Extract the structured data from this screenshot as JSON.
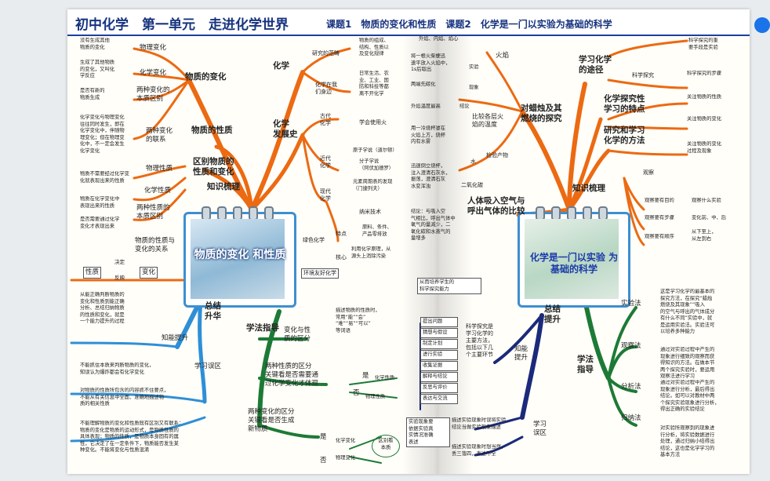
{
  "header": {
    "title": "初中化学　第一单元　走进化学世界",
    "subtitle": "课题1　物质的变化和性质　课题2　化学是一门以实验为基础的科学"
  },
  "left": {
    "card": "物质的变化\n和性质",
    "r0": "知识梳理",
    "r1": "物质的变化",
    "r2": "物质的性质",
    "r3": "区别物质的\n性质和变化",
    "r4": "化学",
    "r5": "化学\n发展史",
    "r6": "总结\n升华",
    "r7": "学法指导",
    "o1": "物理变化",
    "o2": "化学变化",
    "o3": "两种变化的\n本质区别",
    "o4": "两种变化\n的联系",
    "o5": "物理性质",
    "o6": "化学性质",
    "o7": "两种性质的\n本质区别",
    "o8": "物质的性质与\n变化的关系",
    "t1": "没有生成其他\n物质的变化",
    "t2": "生成了其他物质\n的变化，又叫化\n学反应",
    "t3": "是否有新的\n物质生成",
    "t4": "化学变化与物理变化\n往往同时发生，即在\n化学变化中，伴随物\n理变化；但在物理变\n化中，不一定会发生\n化学变化",
    "t5": "物质不需要经过化学变\n化就表现出来的性质",
    "t6": "物质在化学变化中\n表现出来的性质",
    "t7": "是否需要通过化学\n变化才表现出来",
    "rel_a": "性质",
    "rel_b": "变化",
    "rel_c": "决定",
    "rel_d": "反映",
    "f1": "研究的范畴",
    "f2": "化学在我\n们身边",
    "f3": "物质的组成、\n结构、性质以\n及变化规律",
    "f4": "日常生活、农\n业、工业、国\n防和科技等都\n离不开化学",
    "f5": "古代\n化学",
    "f6": "学会使用火",
    "f7": "近代\n化学",
    "f8": "原子学说（道尔顿）",
    "f9": "分子学说\n（阿伏加德罗）",
    "f10": "元素周期表的发现\n（门捷列夫）",
    "f11": "现代\n化学",
    "f12": "纳米技术",
    "f13": "绿色化学",
    "f14": "特点",
    "f15": "原料、条件、\n产品零排放",
    "f16": "核心",
    "f17": "利用化学原理，从\n源头上消除污染",
    "f18": "环境友好化学",
    "b1": "知能提升",
    "b2": "学习误区",
    "b3": "从能正确判断物质的\n变化和性质到能正确\n分析、总结归纳物质\n的性质和变化，就是\n一个能力提升的过程",
    "b4": "不能抓住本质来判断物质的变化，\n知误认为爆炸都会有化学变化",
    "b5": "对物质的性质所包含的内容抓不住要点，\n不能从有关信息中全面、准确地描述物\n质的相关性质",
    "b6": "不能理解物质的变化和性质既有区别又有联系：\n物质的变化是物质的运动形式，是物质性质的\n具体表现；物质的性质，是物质本身固有的属\n性，它决定了在一定条件下，物质能否发生某\n种变化。不能将变化与性质混淆",
    "g1": "变化与性\n质的区分",
    "g2": "描述物质的性质时，\n常用“能”“会”\n“难”“易”“可以”\n等词语",
    "g3": "两种性质的区分\n关键看是否需要通\n过化学变化才体现",
    "g4": "是",
    "g5": "化学性质",
    "g6": "否",
    "g7": "物理性质",
    "g8": "两种变化的区分\n关键看是否生成\n新物质",
    "g9": "是",
    "g10": "否",
    "g11": "化学变化",
    "g12": "物理变化",
    "g13": "区别看\n本质"
  },
  "right": {
    "card": "化学是一门以实验\n为基础的科学",
    "r0": "知识梳理",
    "r1": "学习化学\n的途径",
    "r2": "化学探究性\n学习的特点",
    "r3": "研究和学习\n化学的方法",
    "r4": "对蜡烛及其\n燃烧的探究",
    "r5": "人体吸入空气与\n呼出气体的比较",
    "r6": "总结\n提升",
    "r7": "学法\n指导",
    "s1": "科学探究",
    "s2": "科学探究的重\n要手段是实验",
    "s3": "科学探究的步骤",
    "s4": "关注物质的性质",
    "s5": "关注物质的变化",
    "s6": "关注物质的变化\n过程及现象",
    "s7": "观察",
    "s8": "观察要有目的",
    "s9": "观察什么实验",
    "s10": "观察要有步骤",
    "s11": "变化前、中、后",
    "s12": "观察要有顺序",
    "s13": "从下至上，\n从左到右",
    "k1": "外焰、内焰、焰心",
    "k2": "火焰",
    "k3": "将一根火柴梗迅\n速平放入火焰中，\n1s后取出",
    "k4": "实验",
    "k5": "两端先碳化",
    "k6": "现象",
    "k7": "外焰温度最高",
    "k8": "结论",
    "k9": "比较各层火\n焰的温度",
    "k10": "用一冷烧杯罩在\n火焰上方，烧杯\n内有水雾",
    "k11": "水",
    "k12": "检验产物",
    "k13": "迅速倒立烧杯，\n注入澄清石灰水，\n振荡，澄清石灰\n水变浑浊",
    "k14": "二氧化碳",
    "k15": "结论：与吸入空\n气相比，呼出气体中\n氧气的量减少，二\n氧化碳和水蒸气的\n量增多",
    "p1": "从而培养学生的\n科学探究能力",
    "p2": "提出问题",
    "p3": "猜想与假设",
    "p4": "制定计划",
    "p5": "进行实验",
    "p6": "收集证据",
    "p7": "解释与结论",
    "p8": "反思与评价",
    "p9": "表达与交流",
    "p10": "科学探究是\n学习化学的\n主要方法，\n包括以下几\n个主要环节",
    "p11": "知能\n提升",
    "p12": "学习\n误区",
    "p13": "实验现象要\n依据实验真\n实情况准确\n表述",
    "p14": "描述实验现象时误将实验\n结论当做实验现象描述",
    "p15": "描述实验现象时想当然，\n丢三落四，表述不全",
    "q1": "实验法",
    "q2": "这是学习化学的最基本的\n探究方法，在探究“蜡烛\n燃烧及其现象”“吸入\n的空气与呼出的气体成分\n有什么不同”实验中，就\n是运用实验法。实验法可\n以培养多种能力",
    "q3": "观察法",
    "q4": "通过对实验过程中产生的\n现象进行细致的观察而获\n得知识的方法。在做本节\n两个探究实验时，要运用\n观察法进行学习",
    "q5": "分析法",
    "q6": "通过对实验过程中产生的\n现象进行分析，最后得出\n结论。如可以对教材中两\n个探究实验现象进行分析，\n得出正确的实验结论",
    "q7": "归纳法",
    "q8": "对实验所观察到的现象进\n行分析，将实验数据进行\n处理，通过归纳小结得出\n结论，这也是化学学习的\n基本方法"
  },
  "colors": {
    "orange": "#ec6a12",
    "green": "#1d7a36",
    "blue": "#2e8fd6",
    "navy": "#1b2a7a",
    "title": "#17337f"
  }
}
